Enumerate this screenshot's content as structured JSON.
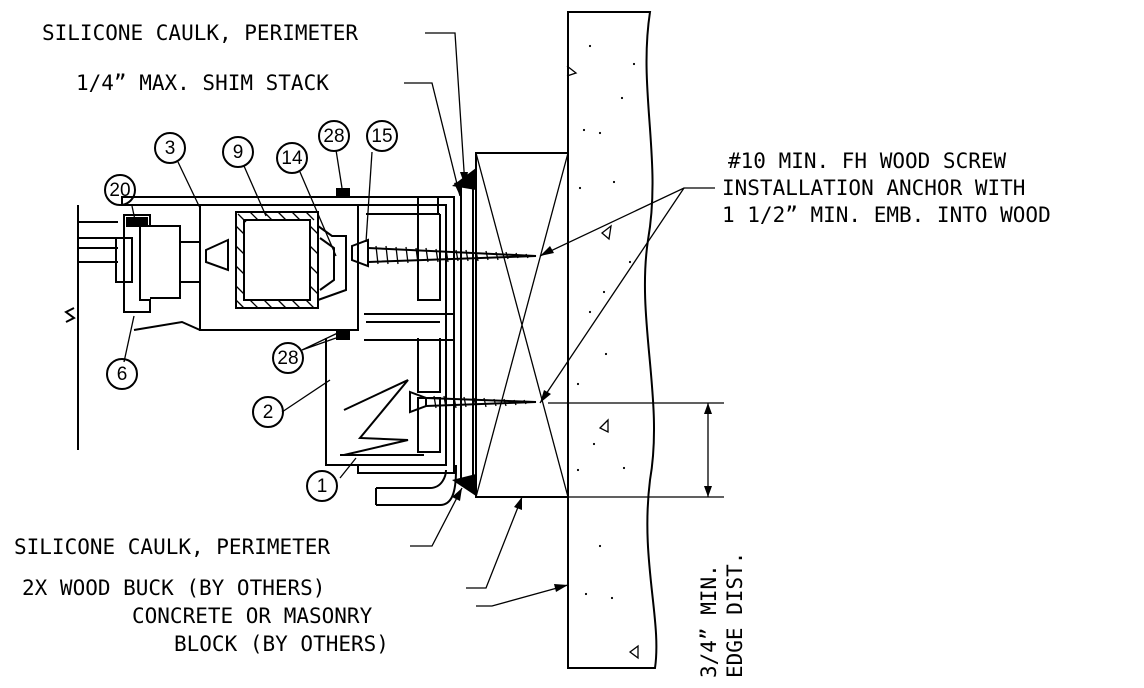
{
  "notes": {
    "caulk_top": "SILICONE CAULK, PERIMETER",
    "shim": "1/4” MAX. SHIM STACK",
    "screw_1": "#10 MIN. FH WOOD SCREW",
    "screw_2": "INSTALLATION ANCHOR WITH",
    "screw_3": "1 1/2” MIN. EMB. INTO WOOD",
    "caulk_bottom": "SILICONE CAULK, PERIMETER",
    "buck": "2X WOOD BUCK (BY OTHERS)",
    "block_1": "CONCRETE OR MASONRY",
    "block_2": "BLOCK (BY OTHERS)",
    "edge_1": "3/4” MIN.",
    "edge_2": "EDGE DIST."
  },
  "callouts": {
    "c20": "20",
    "c3": "3",
    "c9": "9",
    "c14": "14",
    "c28a": "28",
    "c15": "15",
    "c6": "6",
    "c28b": "28",
    "c2": "2",
    "c1": "1"
  },
  "colors": {
    "line": "#000000",
    "background": "#ffffff"
  }
}
